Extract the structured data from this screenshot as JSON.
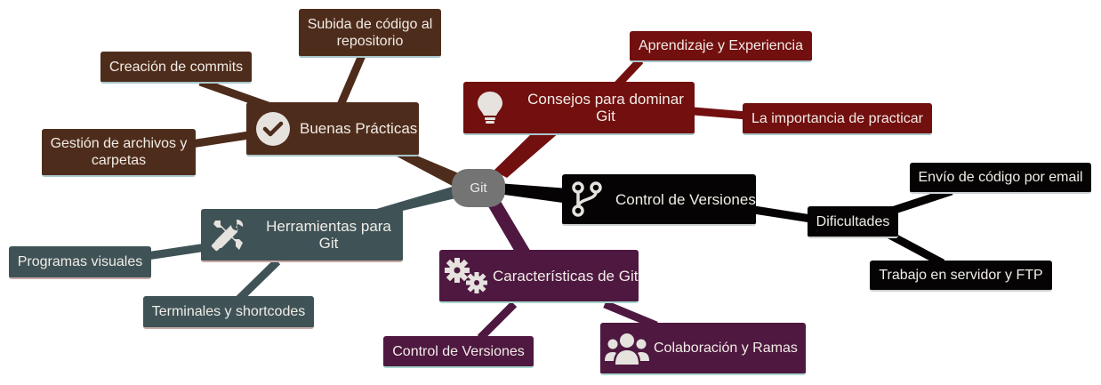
{
  "root": {
    "label": "Git"
  },
  "branches": {
    "buenas": {
      "label": "Buenas Prácticas",
      "icon": "check-circle-icon",
      "children": [
        "Subida de código al repositorio",
        "Creación de commits",
        "Gestión de archivos y carpetas"
      ]
    },
    "consejos": {
      "label": "Consejos para dominar Git",
      "icon": "lightbulb-icon",
      "children": [
        "Aprendizaje y Experiencia",
        "La importancia de practicar"
      ]
    },
    "control": {
      "label": "Control de Versiones",
      "icon": "git-branch-icon",
      "children": [
        "Dificultades"
      ],
      "grandchildren": [
        "Envío de código por email",
        "Trabajo en servidor y FTP"
      ]
    },
    "herramientas": {
      "label": "Herramientas para Git",
      "icon": "tools-icon",
      "children": [
        "Programas visuales",
        "Terminales y shortcodes"
      ]
    },
    "caracteristicas": {
      "label": "Características de Git",
      "icon": "gears-icon",
      "children": [
        "Control de Versiones",
        "Colaboración y Ramas"
      ],
      "child_icons": [
        "",
        "users-icon"
      ]
    }
  },
  "colors": {
    "brown": "#4e2c1b",
    "red": "#720f0f",
    "black": "#050303",
    "slate": "#3f5357",
    "purple": "#4e1840",
    "root": "#747474",
    "text": "#f1ece6"
  }
}
